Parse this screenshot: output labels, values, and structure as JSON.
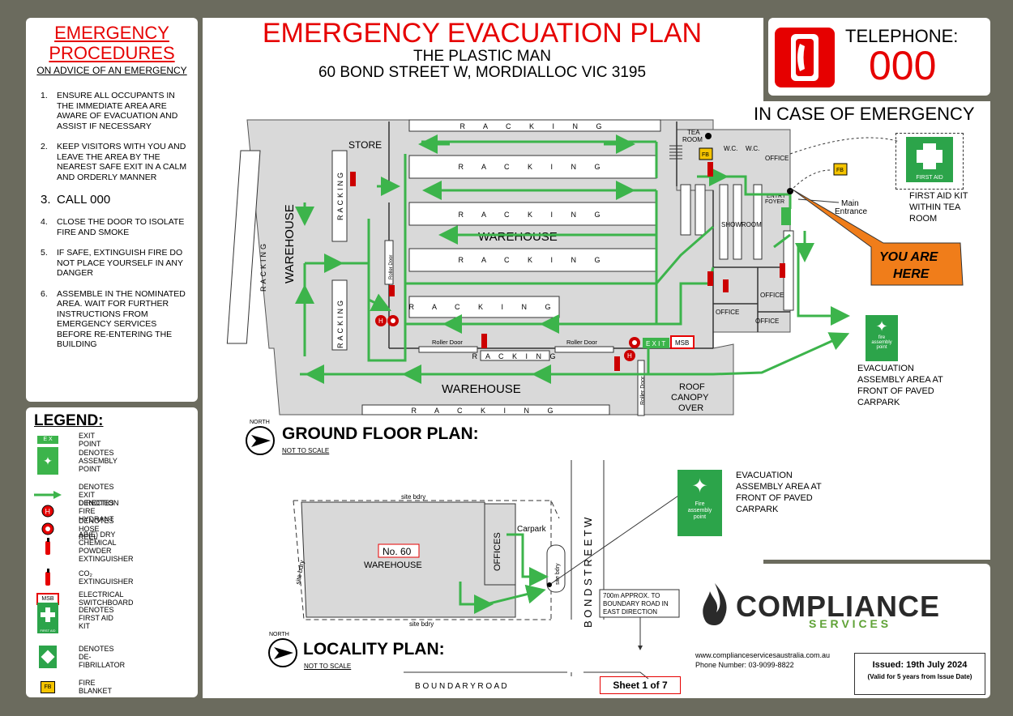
{
  "procedures": {
    "title_line1": "EMERGENCY",
    "title_line2": "PROCEDURES",
    "subtitle": "ON ADVICE OF AN EMERGENCY",
    "items": [
      {
        "num": "1.",
        "text": "ENSURE ALL OCCUPANTS IN THE IMMEDIATE AREA ARE AWARE OF EVACUATION AND ASSIST IF NECESSARY"
      },
      {
        "num": "2.",
        "text": "KEEP VISITORS WITH YOU AND LEAVE THE AREA BY THE NEAREST SAFE EXIT IN A CALM AND ORDERLY MANNER"
      },
      {
        "num": "3.",
        "text": "CALL 000"
      },
      {
        "num": "4.",
        "text": "CLOSE THE DOOR TO ISOLATE FIRE AND SMOKE"
      },
      {
        "num": "5.",
        "text": "IF SAFE, EXTINGUISH FIRE DO NOT PLACE YOURSELF IN ANY DANGER"
      },
      {
        "num": "6.",
        "text": "ASSEMBLE IN THE NOMINATED AREA.  WAIT FOR FURTHER INSTRUCTIONS FROM EMERGENCY SERVICES BEFORE RE-ENTERING THE BUILDING"
      }
    ]
  },
  "legend": {
    "title": "LEGEND:",
    "items": [
      {
        "icon": "exit-point-icon",
        "label": "EXIT POINT"
      },
      {
        "icon": "assembly-point-icon",
        "label": "DENOTES ASSEMBLY POINT"
      },
      {
        "icon": "exit-arrow-icon",
        "label": "DENOTES EXIT DIRECTION"
      },
      {
        "icon": "fire-hydrant-icon",
        "label": "DENOTES FIRE HYDRANT"
      },
      {
        "icon": "hose-reel-icon",
        "label": "DENOTES HOSE REEL"
      },
      {
        "icon": "dry-chemical-extinguisher-icon",
        "label": "AB(E) DRY CHEMICAL\nPOWDER EXTINGUISHER"
      },
      {
        "icon": "co2-extinguisher-icon",
        "label": "CO₂ EXTINGUISHER"
      },
      {
        "icon": "switchboard-icon",
        "label": "ELECTRICAL SWITCHBOARD"
      },
      {
        "icon": "first-aid-icon",
        "label": "DENOTES FIRST AID KIT"
      },
      {
        "icon": "defibrillator-icon",
        "label": "DENOTES DE-FIBRILLATOR"
      },
      {
        "icon": "fire-blanket-icon",
        "label": "FIRE BLANKET"
      }
    ],
    "exit_text": "E X",
    "msb_text": "MSB",
    "fb_text": "FB",
    "first_aid_text": "FIRST AID"
  },
  "header": {
    "title": "EMERGENCY EVACUATION PLAN",
    "company": "THE PLASTIC MAN",
    "address": "60 BOND STREET W,  MORDIALLOC VIC  3195"
  },
  "telephone": {
    "label": "TELEPHONE:",
    "number": "000"
  },
  "in_case": "IN CASE OF EMERGENCY",
  "ground_floor": {
    "title": "GROUND FLOOR PLAN:",
    "scale": "NOT TO SCALE",
    "north": "NORTH",
    "warehouse": "WAREHOUSE",
    "racking": "R A C K I N G",
    "racking_v": "RACKING",
    "store": "STORE",
    "tea_room": "TEA\nROOM",
    "wc": "W.C.",
    "office": "OFFICE",
    "entry_foyer": "ENTRY\nFOYER",
    "showroom": "SHOWROOM",
    "main_entrance": "Main\nEntrance",
    "roller_door": "Roller Door",
    "roof_canopy": "ROOF\nCANOPY\nOVER",
    "you_are_here": "YOU ARE\nHERE",
    "exit_label": "E X I T",
    "msb": "MSB",
    "fb": "FB"
  },
  "first_aid_note": {
    "sign": "FIRST AID",
    "text": "FIRST AID KIT\nWITHIN TEA\nROOM"
  },
  "assembly_note": {
    "text": "EVACUATION\nASSEMBLY AREA AT\nFRONT OF PAVED\nCARPARK",
    "sign": "fire\nassembly\npoint"
  },
  "locality": {
    "title": "LOCALITY PLAN:",
    "scale": "NOT TO SCALE",
    "north": "NORTH",
    "site_bdry": "site bdry",
    "no60": "No. 60",
    "warehouse": "WAREHOUSE",
    "offices": "OFFICES",
    "carpark": "Carpark",
    "street": "B O N D   S T R E E T   W",
    "boundary_road": "B O U N D A R Y       R O A D",
    "note": "700m APPROX. TO\nBOUNDARY ROAD IN\nEAST DIRECTION",
    "assembly_text": "EVACUATION\nASSEMBLY AREA AT\nFRONT OF PAVED\nCARPARK",
    "assembly_sign": "Fire\nassembly\npoint",
    "sheet": "Sheet 1 of 7"
  },
  "brand": {
    "name": "COMPLIANCE",
    "tag": "S E R V I C E S",
    "website": "www.complianceservicesaustralia.com.au",
    "phone": "Phone Number:  03-9099-8822",
    "issued": "Issued: 19th July 2024",
    "valid": "(Valid for 5 years from Issue Date)",
    "green": "#5fa236"
  },
  "colors": {
    "red": "#e60000",
    "green": "#3cb44b",
    "floor": "#d9d9d9",
    "orange": "#f07d1a",
    "sign_green": "#2ca44a"
  }
}
